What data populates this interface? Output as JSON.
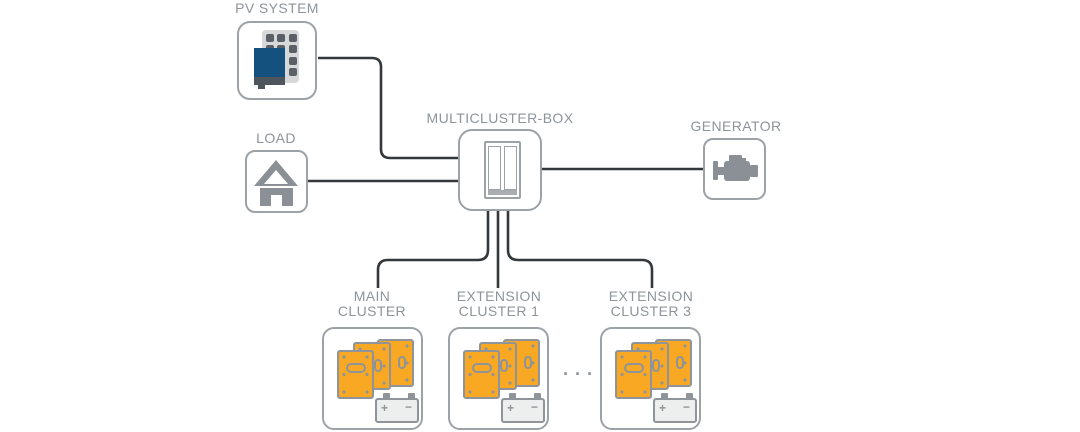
{
  "nodes": {
    "pv_system": {
      "label": "PV SYSTEM"
    },
    "load": {
      "label": "LOAD"
    },
    "multicluster_box": {
      "label": "MULTICLUSTER-BOX"
    },
    "generator": {
      "label": "GENERATOR"
    },
    "main_cluster": {
      "label_line1": "MAIN",
      "label_line2": "CLUSTER"
    },
    "extension_cluster_1": {
      "label_line1": "EXTENSION",
      "label_line2": "CLUSTER 1"
    },
    "extension_cluster_3": {
      "label_line1": "EXTENSION",
      "label_line2": "CLUSTER 3"
    }
  },
  "ellipsis": "···",
  "battery": {
    "plus": "+",
    "minus": "−"
  },
  "icons": {
    "pv_system": "pv-module-with-inverter-icon",
    "load": "house-icon",
    "multicluster_box": "cabinet-icon",
    "generator": "engine-icon",
    "cluster": "inverter-stack-with-battery-icon"
  },
  "colors": {
    "connector_line": "#34383B",
    "box_border": "#9DA2A7",
    "label_text": "#8E9499",
    "inverter_orange": "#F8A822",
    "pv_blue": "#15517E",
    "icon_gray": "#8A9095",
    "battery_fill": "#EDEEEE"
  }
}
